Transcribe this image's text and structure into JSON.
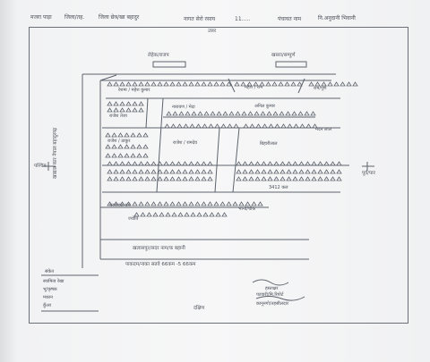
{
  "header": {
    "left_a": "मजरा पाड़ा",
    "left_b": "जिला/तह.",
    "left_c": "जिला छेत्र/खा बहादुर",
    "mid_a": "नागत सेरो रसाय",
    "mid_b": "11.....",
    "right_a": "पंचायत नाम",
    "right_b": "नि.अनुदानी भिवानी"
  },
  "north_label": "उत्तर",
  "road_labels": {
    "top_left": "लेहेक/राजप",
    "top_right": "खसरा/सम्पुर्ण",
    "vertical_road": "खाद्यान्न कार नेपाल बहादुरगढ़",
    "bottom_road": "खलासपुर/सदर नाम/क बहानी",
    "bottom_main": "पाकदम/नाका सतवे 66कम -5 66कम",
    "west": "पश्चिम",
    "east": "पूर्व/पार",
    "south": "दक्षिण"
  },
  "plot_labels": {
    "p1": "रेशमा / महेश कुमार",
    "p2": "महेश / राम",
    "p3": "राम/पूर्ण",
    "p4": "नारायण / मेदा",
    "p5": "अनिल कुमार",
    "p6": "राजेश तेजा",
    "p7": "राजेश / ठाकुर",
    "p8": "राजेश / रामदेव",
    "p9": "बिहारीलाल",
    "p10": "मदन लाल",
    "p11": "3412 कल",
    "p12": "ज्योति",
    "p13": "धरमपाल राम",
    "p14": "भान्डे/चौक"
  },
  "legend": {
    "title": "संकेत",
    "row1": "स्वामित्व रेखा",
    "row2": "भू/कृषक",
    "row3": "मकान",
    "row4": "कुँआ"
  },
  "signature": {
    "line1": "हस्ताक्षर",
    "line2": "पटवारी/मि.रिपोर्ट",
    "line3": "कानूनगो/तहसीलदार"
  }
}
